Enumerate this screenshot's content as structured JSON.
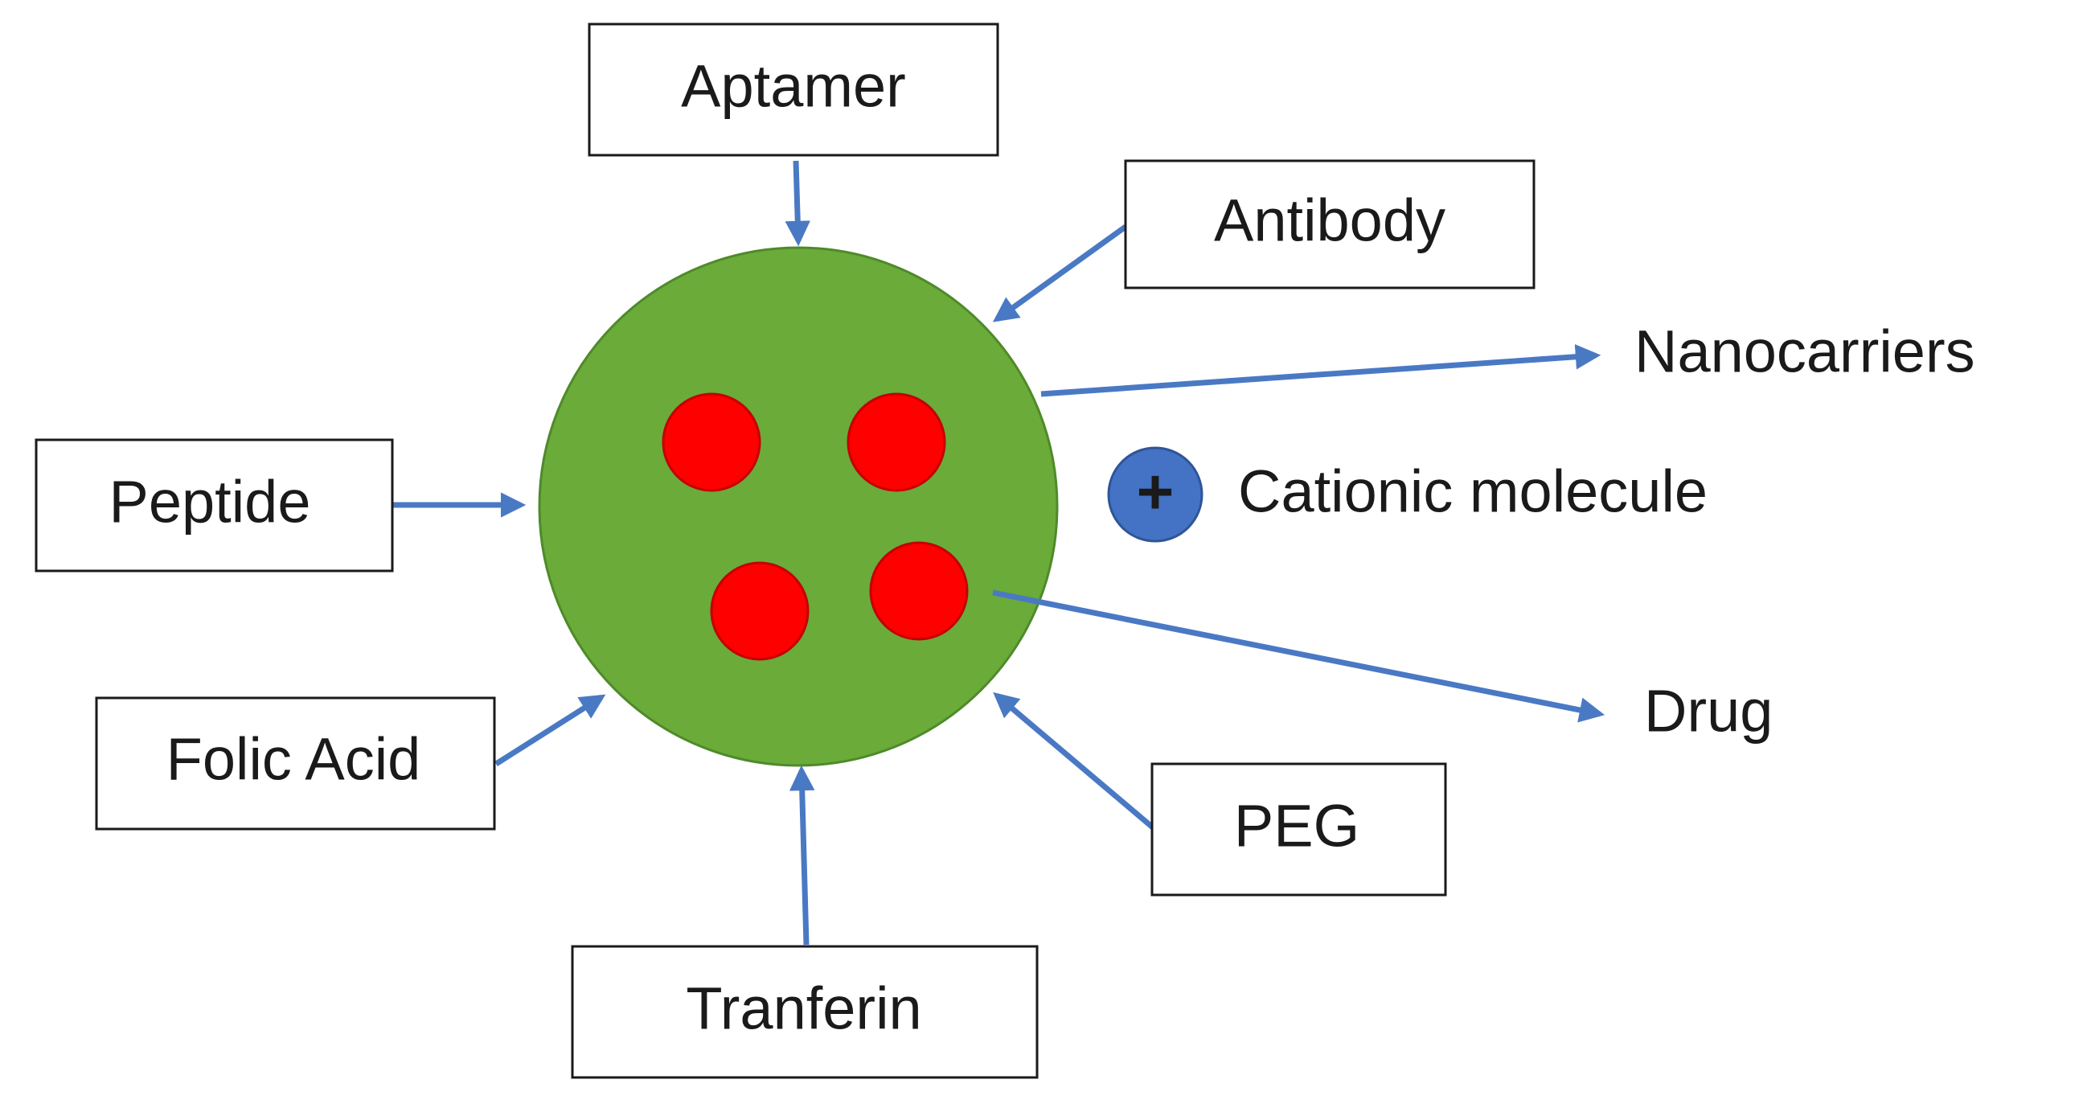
{
  "labels": {
    "aptamer": "Aptamer",
    "antibody": "Antibody",
    "nanocarriers": "Nanocarriers",
    "peptide": "Peptide",
    "cationic": "Cationic molecule",
    "plus": "+",
    "folic": "Folic Acid",
    "drug": "Drug",
    "peg": "PEG",
    "tranferin": "Tranferin"
  },
  "colors": {
    "nanocarrier_fill": "#6aab3a",
    "nanocarrier_stroke": "#4f8a2a",
    "drug_fill": "#ff0000",
    "drug_stroke": "#c40000",
    "arrow": "#4a79c4",
    "cation_fill": "#4472c4",
    "cation_stroke": "#2f5597"
  }
}
